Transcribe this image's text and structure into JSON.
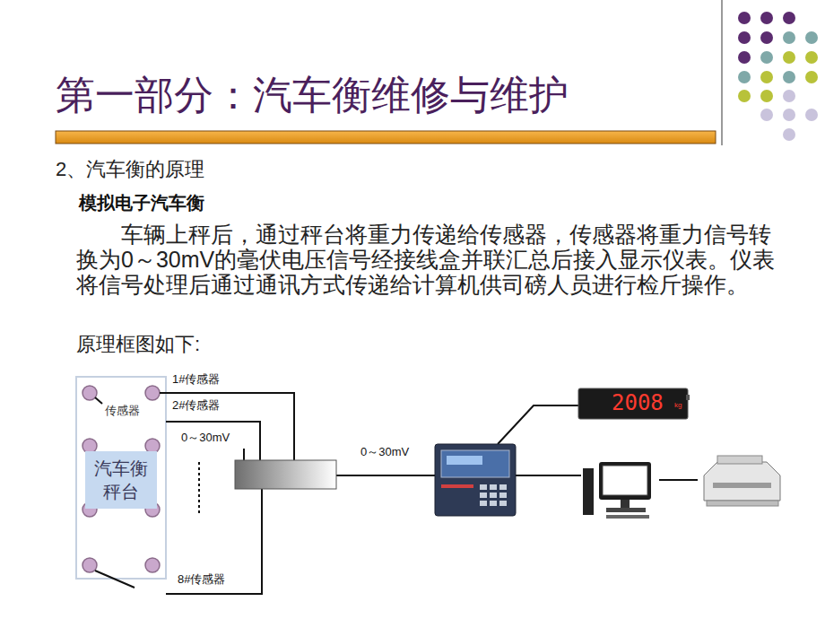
{
  "diagram": {
    "title": "第一部分：汽车衡维修与维护",
    "nodes": [
      {
        "text": [
          "汽车衡 秤台"
        ]
      }
    ],
    "labels": [
      "2、汽车衡的原理",
      "模拟电子汽车衡",
      "车辆上秤后，通过秤台将重力传递给传感器，传感器将重力信号转换为0～30mV的毫伏电压信号经接线盒并联汇总后接入显示仪表。仪表将信号处理后通过通讯方式传递给计算机供司磅人员进行检斤操作。",
      "原理框图如下:",
      "1#传感器",
      "传感器",
      "2#传感器",
      "0～30mV",
      "0～30mV",
      "8#传感器",
      "2008",
      "kg"
    ]
  }
}
